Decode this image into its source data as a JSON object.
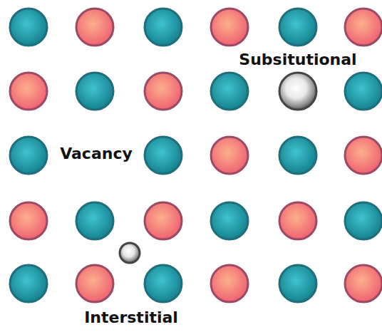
{
  "diagram": {
    "labels": [
      "Subsitutional",
      "Vacancy",
      "Interstitial"
    ]
  }
}
